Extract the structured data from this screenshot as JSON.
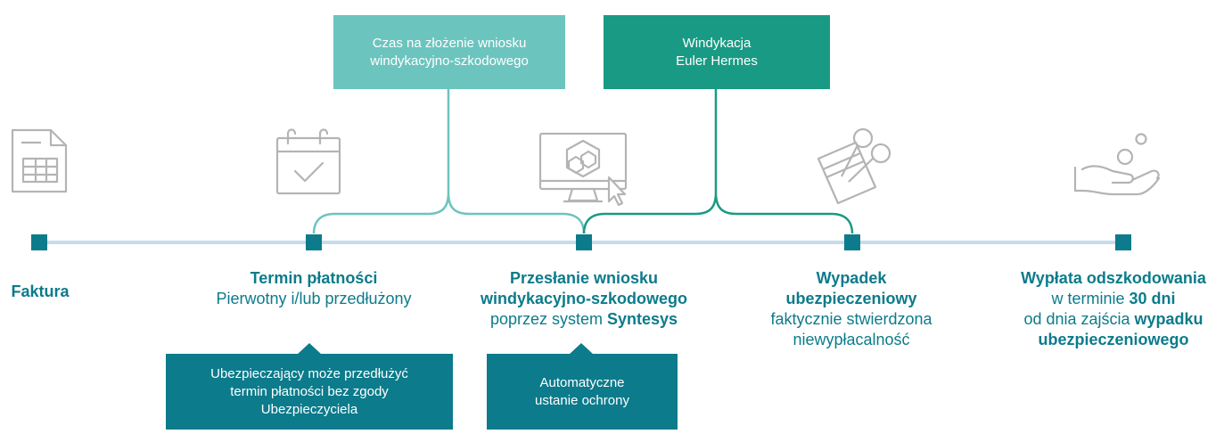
{
  "colors": {
    "timeline_line": "#c6dcec",
    "marker": "#0c7b8b",
    "text": "#0c7b8b",
    "box_light": "#6cc4be",
    "box_mid": "#199a84",
    "box_dark": "#0c7b8b",
    "icon_gray": "#b4b4b4"
  },
  "top_boxes": {
    "deadline": "Czas na złożenie wniosku windykacyjno-szkodowego",
    "collection_line1": "Windykacja",
    "collection_line2": "Euler Hermes"
  },
  "steps": {
    "invoice": {
      "title": "Faktura",
      "icon": "invoice-document-icon"
    },
    "payment_term": {
      "title": "Termin płatności",
      "subtitle": "Pierwotny i/lub przedłużony",
      "icon": "calendar-check-icon"
    },
    "claim": {
      "title_line1": "Przesłanie wniosku",
      "title_line2": "windykacyjno-szkodowego",
      "desc_prefix": "poprzez system",
      "desc_highlight": "Syntesys",
      "icon": "computer-screen-cursor-icon"
    },
    "insured_event": {
      "title_line1": "Wypadek",
      "title_line2": "ubezpieczeniowy",
      "desc_line1": "faktycznie stwierdzona",
      "desc_line2": "niewypłacalność",
      "icon": "credit-card-scissors-icon"
    },
    "payout": {
      "title": "Wypłata odszkodowania",
      "line2_prefix": "w terminie",
      "line2_highlight": "30 dni",
      "line3_prefix": "od dnia zajścia",
      "line3_highlight": "wypadku",
      "line4_highlight": "ubezpieczeniowego",
      "icon": "hand-coins-icon"
    }
  },
  "bottom_boxes": {
    "extension_line1": "Ubezpieczający może przedłużyć",
    "extension_line2": "termin płatności bez zgody",
    "extension_line3": "Ubezpieczyciela",
    "auto_line1": "Automatyczne",
    "auto_line2": "ustanie ochrony"
  }
}
